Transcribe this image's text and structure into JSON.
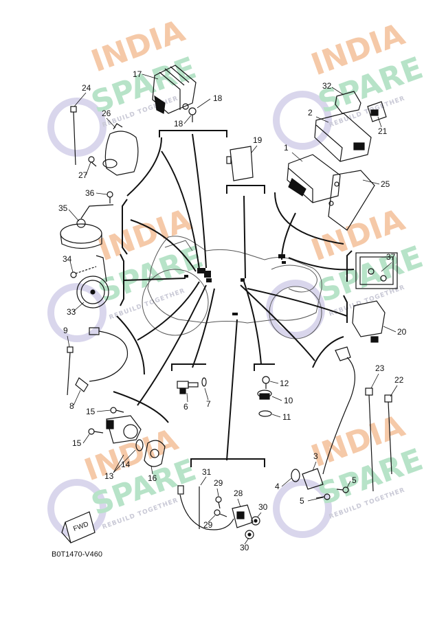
{
  "diagram_code": "B0T1470-V460",
  "fwd_label": "FWD",
  "watermark": {
    "line1": "INDIA",
    "line2": "SPARE",
    "tagline": "REBUILD TOGETHER",
    "colors": {
      "india": "#f5c9a8",
      "spare": "#b7e3c8",
      "tagline": "#c9c9d6",
      "swoosh": "#d9d6ec"
    }
  },
  "callouts": [
    "1",
    "2",
    "3",
    "4",
    "5",
    "5",
    "6",
    "7",
    "8",
    "9",
    "10",
    "11",
    "12",
    "13",
    "14",
    "15",
    "15",
    "16",
    "17",
    "18",
    "18",
    "19",
    "20",
    "21",
    "22",
    "23",
    "24",
    "25",
    "26",
    "27",
    "28",
    "29",
    "29",
    "30",
    "30",
    "31",
    "32",
    "33",
    "34",
    "35",
    "36",
    "37"
  ]
}
